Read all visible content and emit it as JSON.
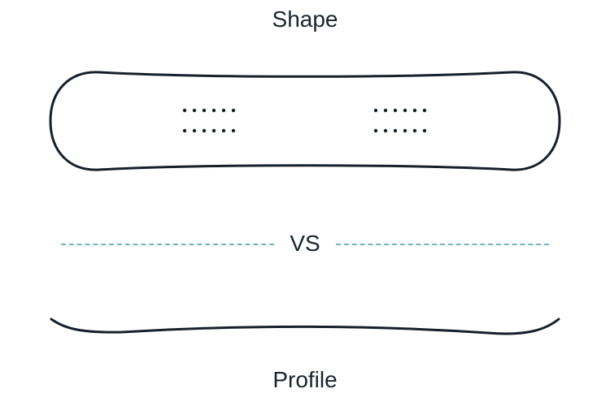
{
  "labels": {
    "shape": "Shape",
    "vs": "VS",
    "profile": "Profile"
  },
  "colors": {
    "outline": "#16202b",
    "dash": "#6fb7b1",
    "text": "#1a2430",
    "background": "#ffffff"
  },
  "icons": {
    "board_shape": "snowboard-top-view-icon",
    "board_profile": "snowboard-side-profile-icon"
  }
}
